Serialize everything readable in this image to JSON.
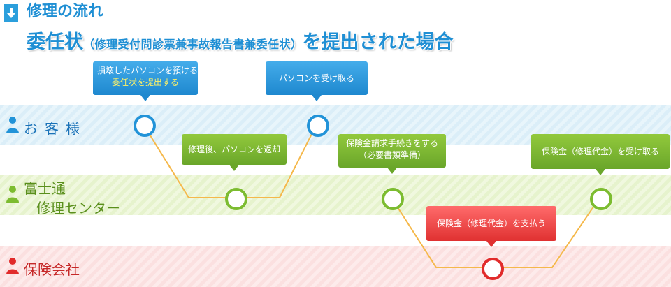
{
  "header": {
    "title": "修理の流れ",
    "subtitle_big1": "委任状",
    "subtitle_small": "（修理受付問診票兼事故報告書兼委任状）",
    "subtitle_big2": "を提出された場合"
  },
  "rows": {
    "customer": "お客様",
    "fujitsu_line1": "富士通",
    "fujitsu_line2": "修理センター",
    "insurer": "保険会社"
  },
  "steps": {
    "s1_line1": "損壊したパソコンを預ける",
    "s1_line2": "委任状を提出する",
    "s2": "修理後、パソコンを返却",
    "s3": "パソコンを受け取る",
    "s4_line1": "保険金請求手続きをする",
    "s4_line2": "（必要書類準備）",
    "s5": "保険金（修理代金）を支払う",
    "s6": "保険金（修理代金）を受け取る"
  },
  "colors": {
    "customer": "#2293d8",
    "fujitsu": "#7cbc30",
    "insurer": "#e12b2b",
    "connector": "#f5b84a"
  }
}
